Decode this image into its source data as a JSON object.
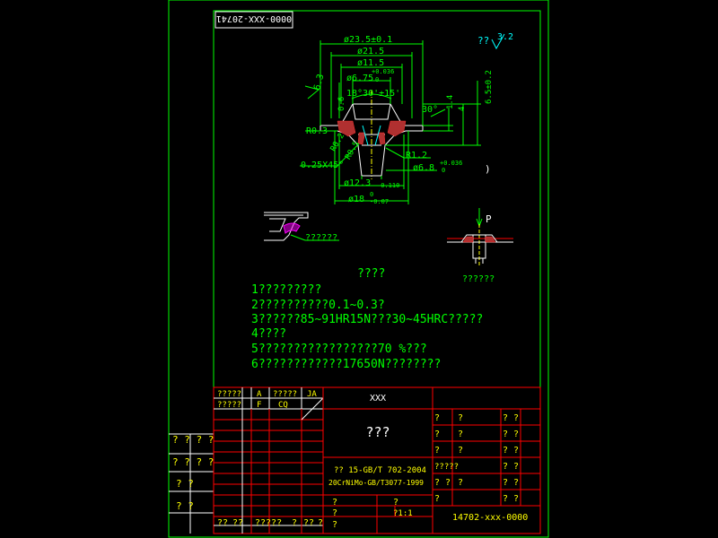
{
  "drawing_number_mirror": "0000-XXX-20741",
  "roughness": {
    "general_label": "??",
    "general_value": "3.2",
    "local_value": "6.3"
  },
  "dimensions": {
    "d_outer": "ø23.5±0.1",
    "d_215": "ø21.5",
    "d_115": "ø11.5",
    "d_675": "ø6.75",
    "d_675_tol": "+0.036",
    "d_675_tol2": "0",
    "angle_cone": "18°30'±15'",
    "angle_30": "30°",
    "h_06": "0.6",
    "h_14": "1.4",
    "h_4": "4",
    "h_65": "6.5±0.2",
    "r_03": "R0.3",
    "r_02": "R0.2",
    "r_05": "R0.5",
    "r_12": "R1.2",
    "chamfer": "0.25X45°",
    "d_68": "ø6.8",
    "d_68_tol": "+0.036",
    "d_68_tol2": "0",
    "d_123": "ø12.3",
    "d_123_tol": "-0.110",
    "d_18": "ø18",
    "d_18_tol": "0",
    "d_18_tol2": "-0.07",
    "paren": ")"
  },
  "detail_left_label": "??????",
  "detail_right_label": "??????",
  "force_label": "P",
  "notes": {
    "title": "????",
    "lines": [
      "1?????????",
      "2??????????0.1~0.3?",
      "3??????85~91HR15N???30~45HRC?????",
      "4????",
      "5?????????????????70   %???",
      "6????????????17650N????????"
    ]
  },
  "title_block": {
    "rev_hdr": [
      "?????",
      "A",
      "?????",
      "JA"
    ],
    "rev_hdr2": [
      "?????",
      "F",
      "CQ",
      ""
    ],
    "company": "XXX",
    "part_name": "???",
    "material1": "??  15-GB/T 702-2004",
    "material2": "20CrNiMo-GB/T3077-1999",
    "scale": "?1:1",
    "drawing_number": "14702-xxx-0000",
    "right_q": [
      "?",
      "?",
      "? ?"
    ],
    "left_strip": [
      "? ? ? ?",
      "? ? ? ?",
      "?   ?",
      "?   ?"
    ],
    "bottom_row": [
      "??",
      "??",
      "?????",
      "?",
      "??",
      "?"
    ],
    "misc_q": [
      "?",
      "?",
      "?",
      "?????",
      "? ?",
      "?",
      "?",
      "?"
    ]
  }
}
